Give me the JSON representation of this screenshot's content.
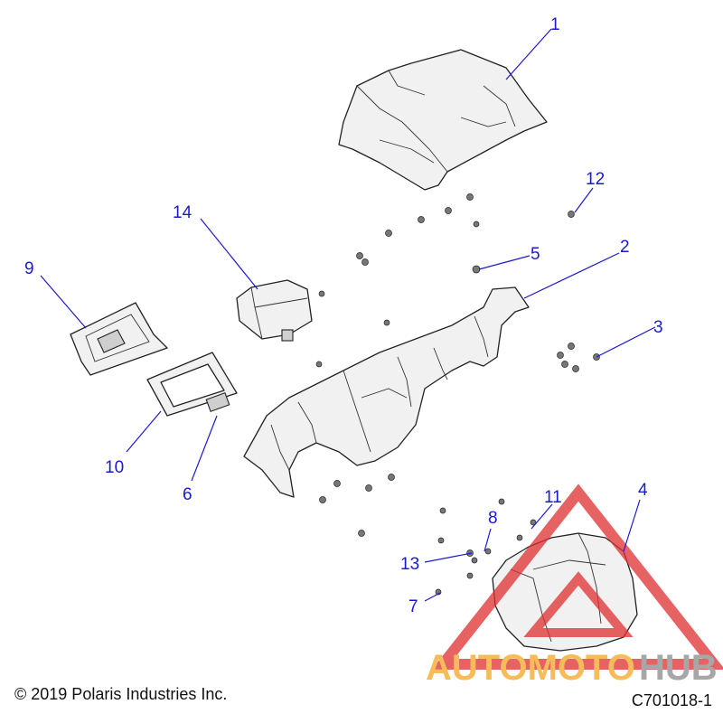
{
  "callouts": {
    "c1": "1",
    "c2": "2",
    "c3": "3",
    "c4": "4",
    "c5": "5",
    "c6": "6",
    "c7": "7",
    "c8": "8",
    "c9": "9",
    "c10": "10",
    "c11": "11",
    "c12": "12",
    "c13": "13",
    "c14": "14"
  },
  "footer": {
    "copyright": "© 2019 Polaris Industries Inc.",
    "drawing_number": "C701018-1"
  },
  "watermark": {
    "word_part1": "AUTOMOTO",
    "word_part2": "HUB",
    "colors": {
      "triangle": "#e03030",
      "part1": "#f5a623",
      "part2": "#8a8a8a"
    }
  },
  "colors": {
    "callout": "#1a1ad0"
  }
}
